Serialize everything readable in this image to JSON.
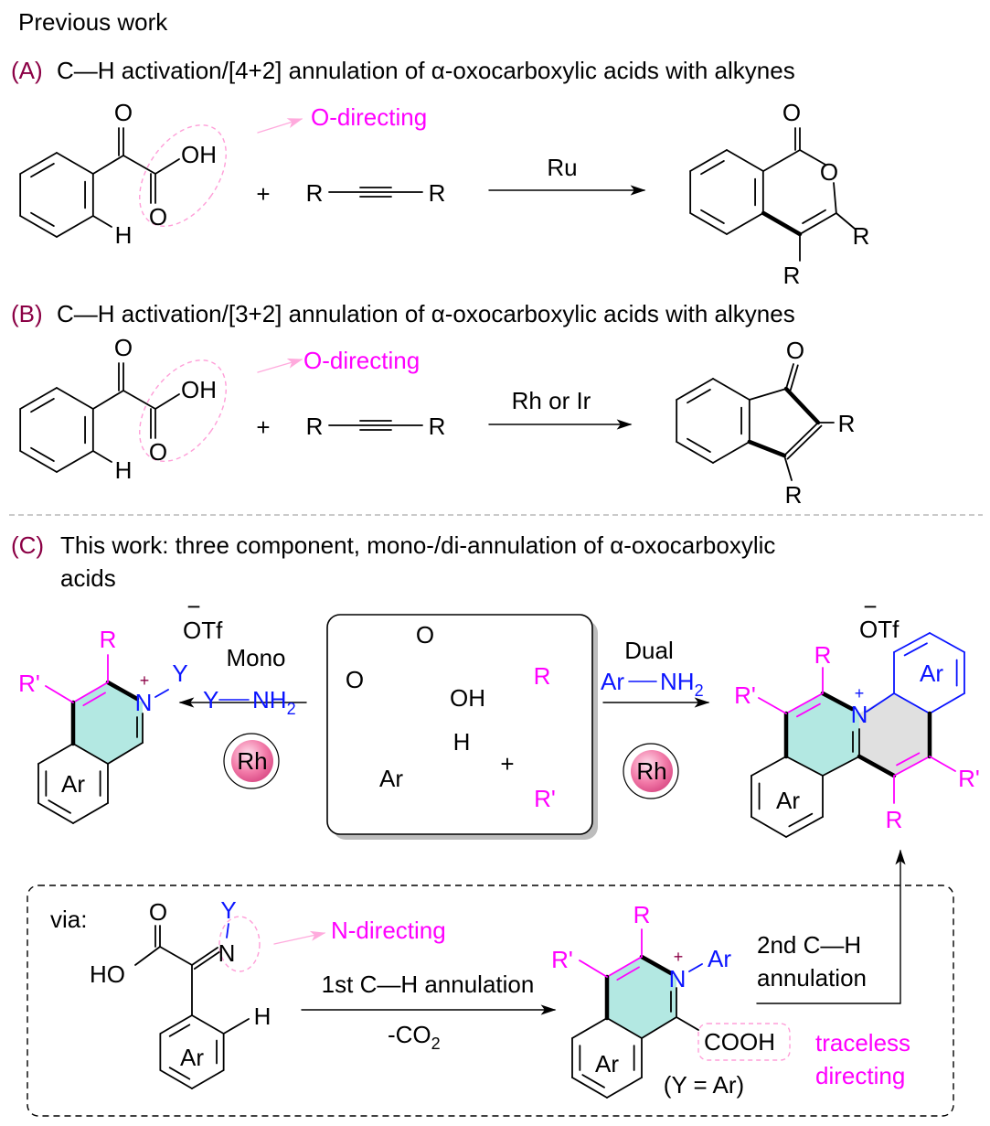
{
  "header": "Previous work",
  "atoms": {
    "O": "O",
    "OH": "OH",
    "HO": "HO",
    "H": "H",
    "R": "R",
    "Rp": "R'",
    "N": "N",
    "Y": "Y",
    "Ar": "Ar",
    "plus": "+",
    "charge_plus": "+",
    "OTf": "OTf",
    "minus": "−"
  },
  "schemeA": {
    "label": "(A)",
    "title": "C—H activation/[4+2] annulation of α-oxocarboxylic acids with alkynes",
    "directing": "O-directing",
    "catalyst": "Ru"
  },
  "schemeB": {
    "label": "(B)",
    "title": "C—H activation/[3+2] annulation of α-oxocarboxylic acids with alkynes",
    "directing": "O-directing",
    "catalyst": "Rh or Ir"
  },
  "schemeC": {
    "label": "(C)",
    "title_line1": "This work: three component, mono-/di-annulation of α-oxocarboxylic",
    "title_line2": "acids",
    "mono": "Mono",
    "dual": "Dual",
    "nh": "NH",
    "sub2": "2",
    "rh": "Rh",
    "via": "via:",
    "n_directing": "N-directing",
    "step1": "1st C—H annulation",
    "co2": "-CO",
    "step2_line1": "2nd C—H",
    "step2_line2": "annulation",
    "cooh": "COOH",
    "y_eq_ar": "(Y = Ar)",
    "traceless": "traceless",
    "directing": "directing"
  },
  "colors": {
    "magenta": "#ff00ff",
    "blue": "#0a14ff",
    "label": "#8b0045",
    "teal": "#b3e8e2",
    "grey": "#e0e0e0"
  }
}
